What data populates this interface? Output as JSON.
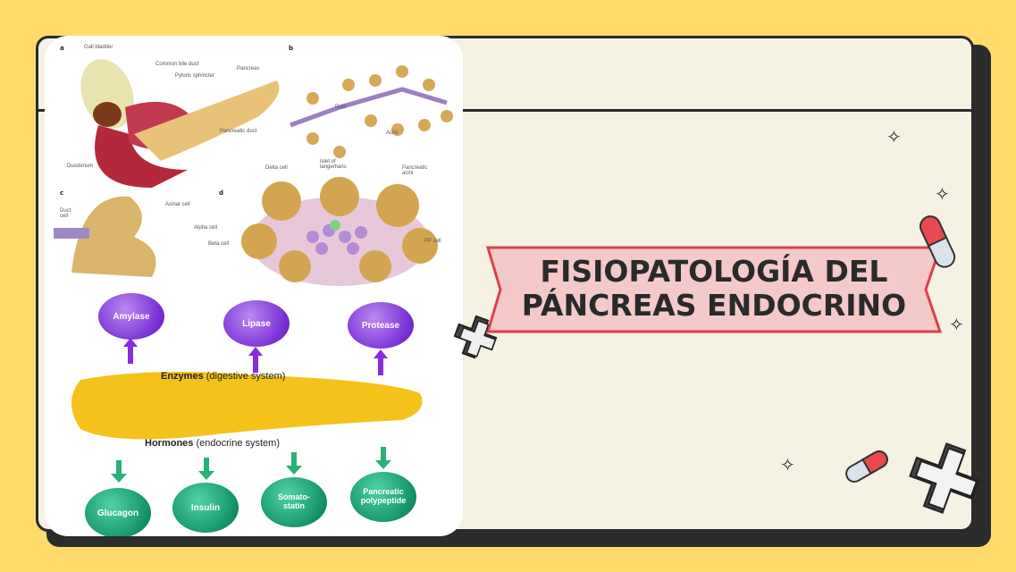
{
  "slide": {
    "title_line1": "FISIOPATOLOGÍA DEL",
    "title_line2": "PÁNCREAS ENDOCRINO",
    "colors": {
      "background": "#fedb6b",
      "card": "#f5f1e3",
      "banner": "#f4c9c9",
      "banner_border": "#d9434a",
      "enzyme_bubble": "#7b2fd6",
      "hormone_bubble": "#14936a"
    }
  },
  "anatomy_figure": {
    "panel_letters": [
      "a",
      "b",
      "c",
      "d"
    ],
    "labels": {
      "gall_bladder": "Gall bladder",
      "common_bile_duct": "Common bile duct",
      "pyloric_sphincter": "Pyloric sphincter",
      "pancreas": "Pancreas",
      "pancreatic_duct": "Pancreatic duct",
      "duodenum": "Duodenum",
      "duct": "Duct",
      "acini": "Acini",
      "acinar_cell": "Acinar cell",
      "duct_cell": "Duct cell",
      "delta_cell": "Delta cell",
      "islet": "Islet of langerhans",
      "pancreatic_acini": "Pancreatic acini",
      "alpha_cell": "Alpha cell",
      "beta_cell": "Beta cell",
      "pp_cell": "PP cell"
    }
  },
  "function_figure": {
    "enzymes_label": "Enzymes",
    "enzymes_sub": "(digestive system)",
    "hormones_label": "Hormones",
    "hormones_sub": "(endocrine system)",
    "enzymes": [
      "Amylase",
      "Lipase",
      "Protease"
    ],
    "hormones": [
      "Glucagon",
      "Insulin",
      "Somato-statin",
      "Pancreatic polypeptide"
    ]
  },
  "decorations": [
    "sparkle-icon",
    "pill-icon",
    "cross-icon"
  ]
}
